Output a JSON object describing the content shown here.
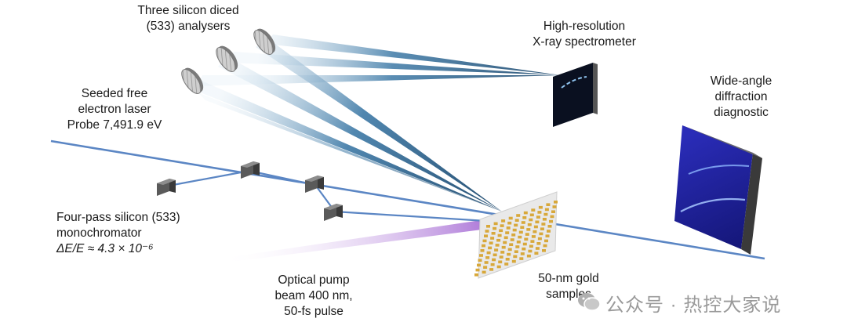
{
  "labels": {
    "analysers": [
      "Three silicon diced",
      "(533) analysers"
    ],
    "spectrometer": [
      "High-resolution",
      "X-ray spectrometer"
    ],
    "fel": [
      "Seeded free",
      "electron laser",
      "Probe 7,491.9 eV"
    ],
    "wide_angle": [
      "Wide-angle",
      "diffraction",
      "diagnostic"
    ],
    "mono": [
      "Four-pass silicon (533)",
      "monochromator"
    ],
    "mono_res": "ΔE/E ≈ 4.3 × 10⁻⁶",
    "pump": [
      "Optical pump",
      "beam 400 nm,",
      "50-fs pulse"
    ],
    "samples": [
      "50-nm gold",
      "samples"
    ]
  },
  "watermark": "公众号 · 热控大家说",
  "colors": {
    "probe_beam": "#5b86c4",
    "scatter_beam": "#1d4f7a",
    "pump_beam": "#b27ad6",
    "detector": "#1d1fa0",
    "spectrometer": "#0a1020",
    "sample_grid": "#d8a83a"
  }
}
